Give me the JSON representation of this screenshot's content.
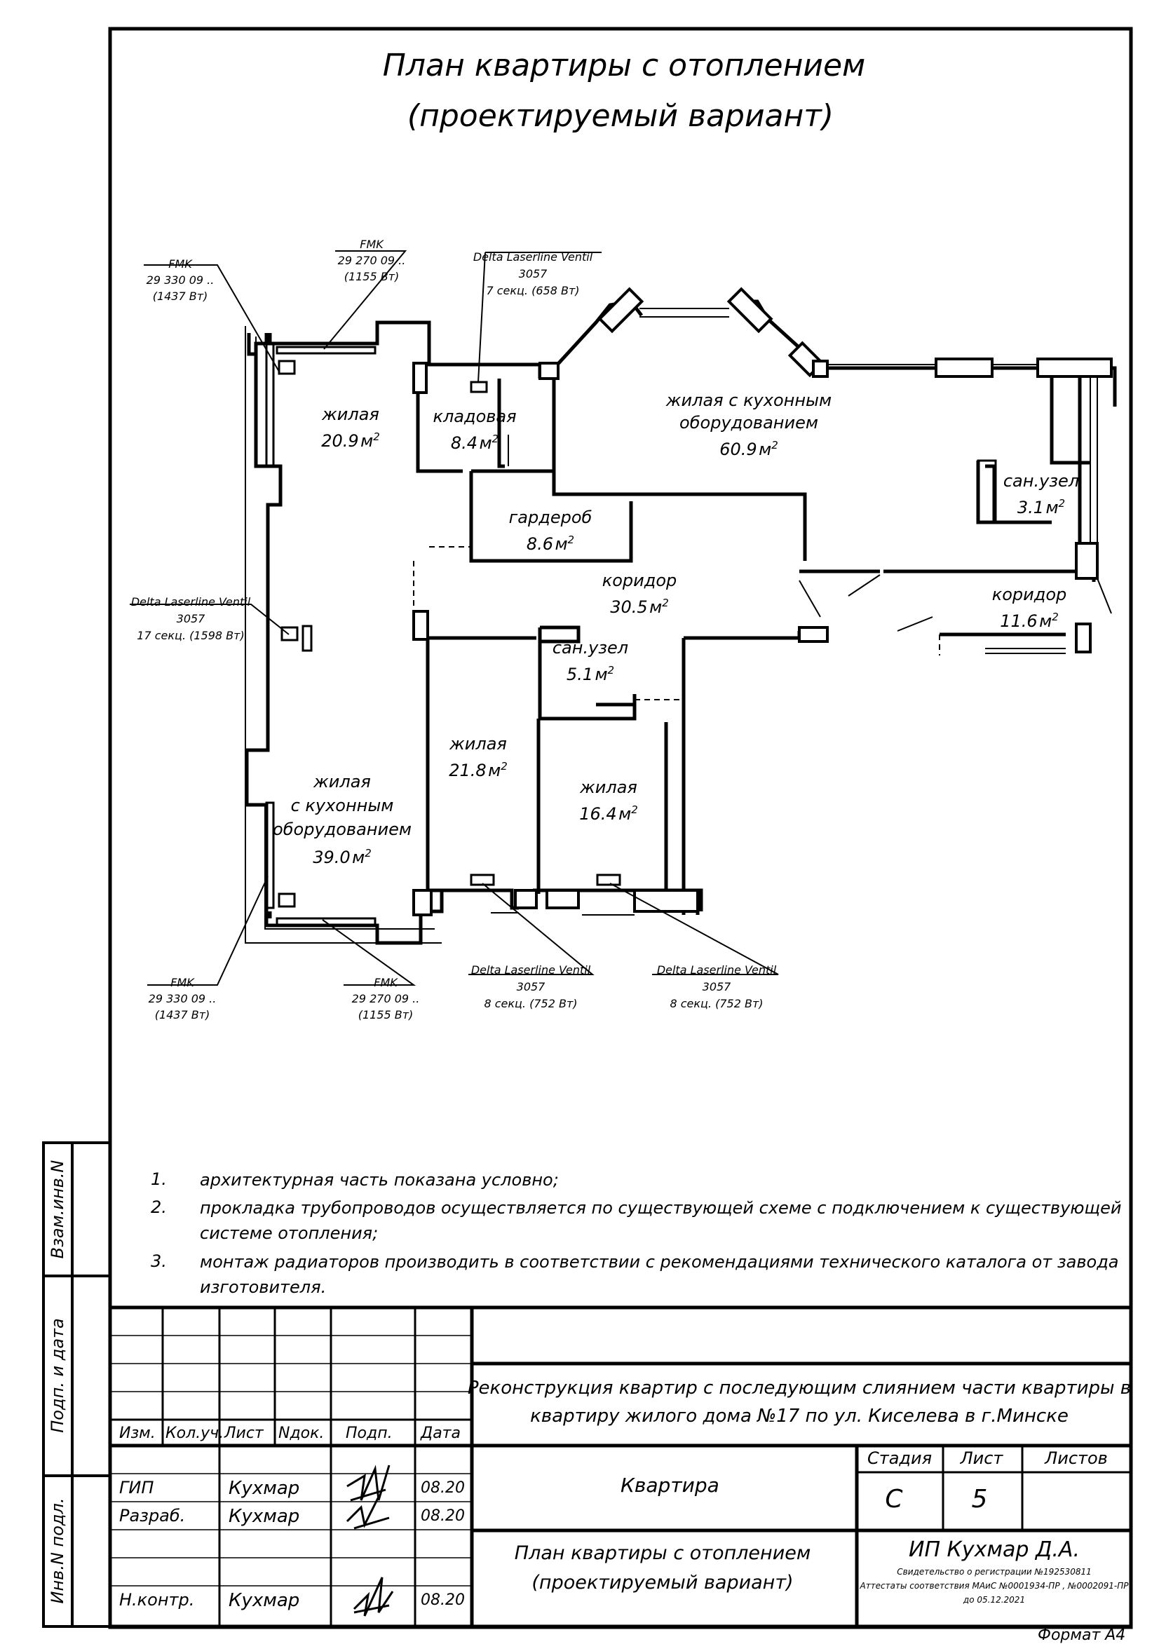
{
  "title": {
    "line1": "План квартиры с  отоплением",
    "line2": "(проектируемый вариант)"
  },
  "rooms": [
    {
      "id": "r1",
      "name": "жилая",
      "area": "20.9",
      "unit": "м",
      "sup": "2"
    },
    {
      "id": "r2",
      "name": "кладовая",
      "area": "8.4",
      "unit": "м",
      "sup": "2"
    },
    {
      "id": "r3",
      "name1": "жилая с кухонным",
      "name2": "оборудованием",
      "area": "60.9",
      "unit": "м",
      "sup": "2"
    },
    {
      "id": "r4",
      "name": "сан.узел",
      "area": "3.1",
      "unit": "м",
      "sup": "2"
    },
    {
      "id": "r5",
      "name": "гардероб",
      "area": "8.6",
      "unit": "м",
      "sup": "2"
    },
    {
      "id": "r6",
      "name": "коридор",
      "area": "30.5",
      "unit": "м",
      "sup": "2"
    },
    {
      "id": "r7",
      "name": "коридор",
      "area": "11.6",
      "unit": "м",
      "sup": "2"
    },
    {
      "id": "r8",
      "name": "сан.узел",
      "area": "5.1",
      "unit": "м",
      "sup": "2"
    },
    {
      "id": "r9",
      "name": "жилая",
      "area": "21.8",
      "unit": "м",
      "sup": "2"
    },
    {
      "id": "r10",
      "name": "жилая",
      "area": "16.4",
      "unit": "м",
      "sup": "2"
    },
    {
      "id": "r11",
      "name1": "жилая",
      "name2": "с кухонным",
      "name3": "оборудованием",
      "area": "39.0",
      "unit": "м",
      "sup": "2"
    }
  ],
  "radiators": [
    {
      "id": "rad1",
      "l1": "FMK",
      "l2": "29  330 09 ..",
      "l3": "(1437 Вт)"
    },
    {
      "id": "rad2",
      "l1": "FMK",
      "l2": "29  270 09 ..",
      "l3": "(1155 Вт)"
    },
    {
      "id": "rad3",
      "l1": "Delta Laserline Ventil",
      "l2": "3057",
      "l3": "7 секц. (658 Вт)"
    },
    {
      "id": "rad4",
      "l1": "Delta Laserline Ventil",
      "l2": "3057",
      "l3": "17 секц. (1598 Вт)"
    },
    {
      "id": "rad5",
      "l1": "FMK",
      "l2": "29  330 09 ..",
      "l3": "(1437 Вт)"
    },
    {
      "id": "rad6",
      "l1": "FMK",
      "l2": "29  270 09 ..",
      "l3": "(1155 Вт)"
    },
    {
      "id": "rad7",
      "l1": "Delta Laserline Ventil",
      "l2": "3057",
      "l3": "8 секц. (752 Вт)"
    },
    {
      "id": "rad8",
      "l1": "Delta Laserline Ventil",
      "l2": "3057",
      "l3": "8 секц. (752 Вт)"
    }
  ],
  "notes": [
    {
      "num": "1.",
      "text": "архитектурная часть показана условно;"
    },
    {
      "num": "2.",
      "text": "прокладка трубопроводов осуществляется по существующей схеме с подключением к существующей системе отопления;"
    },
    {
      "num": "3.",
      "text": "монтаж радиаторов производить в соответствии с рекомендациями технического каталога от завода изготовителя."
    }
  ],
  "side_stamp": {
    "vzam": "Взам.инв.N",
    "podp": "Подп. и дата",
    "inv": "Инв.N подл."
  },
  "titleblock": {
    "col_headers": [
      "Изм.",
      "Кол.уч.",
      "Лист",
      "Nдок.",
      "Подп.",
      "Дата"
    ],
    "rows": [
      {
        "role": "ГИП",
        "name": "Кухмар",
        "date": "08.20"
      },
      {
        "role": "Разраб.",
        "name": "Кухмар",
        "date": "08.20"
      },
      {
        "role": "Н.контр.",
        "name": "Кухмар",
        "date": "08.20"
      }
    ],
    "project_line1": "Реконструкция квартир с последующим слиянием части квартиры в",
    "project_line2": "квартиру жилого дома  №17  по ул.  Киселева  в  г.Минске",
    "object": "Квартира",
    "stage_h": "Стадия",
    "sheet_h": "Лист",
    "sheets_h": "Листов",
    "stage": "С",
    "sheet": "5",
    "drawing_line1": "План квартиры с отоплением",
    "drawing_line2": "(проектируемый вариант)",
    "org": "ИП Кухмар Д.А.",
    "org_l1": "Свидетельство о регистрации №192530811",
    "org_l2": "Аттестаты соответствия МАиС №0001934-ПР , №0002091-ПР",
    "org_l3": "до  05.12.2021"
  },
  "format": "Формат А4"
}
